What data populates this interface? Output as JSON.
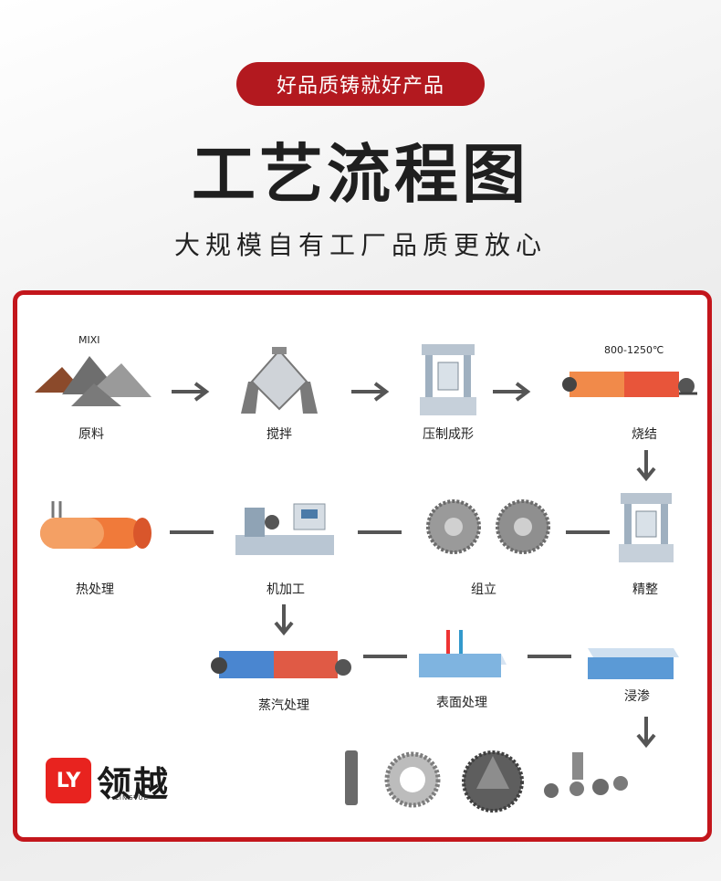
{
  "header": {
    "badge": "好品质铸就好产品",
    "title": "工艺流程图",
    "subtitle": "大规模自有工厂品质更放心"
  },
  "steps": {
    "raw": "原料",
    "mix": "搅拌",
    "press": "压制成形",
    "sinter": "烧结",
    "finish": "精整",
    "assemble": "组立",
    "machining": "机加工",
    "heat": "热处理",
    "steam": "蒸汽处理",
    "surface": "表面处理",
    "impregnate": "浸渗"
  },
  "notes": {
    "mixi": "MIXI",
    "temp": "800-1250℃"
  },
  "logo": {
    "mark": "LY",
    "name": "领越",
    "en": "LINGYUE"
  },
  "colors": {
    "brand_red": "#c3161c",
    "badge_red": "#b3191f",
    "arrow_gray": "#555555"
  }
}
